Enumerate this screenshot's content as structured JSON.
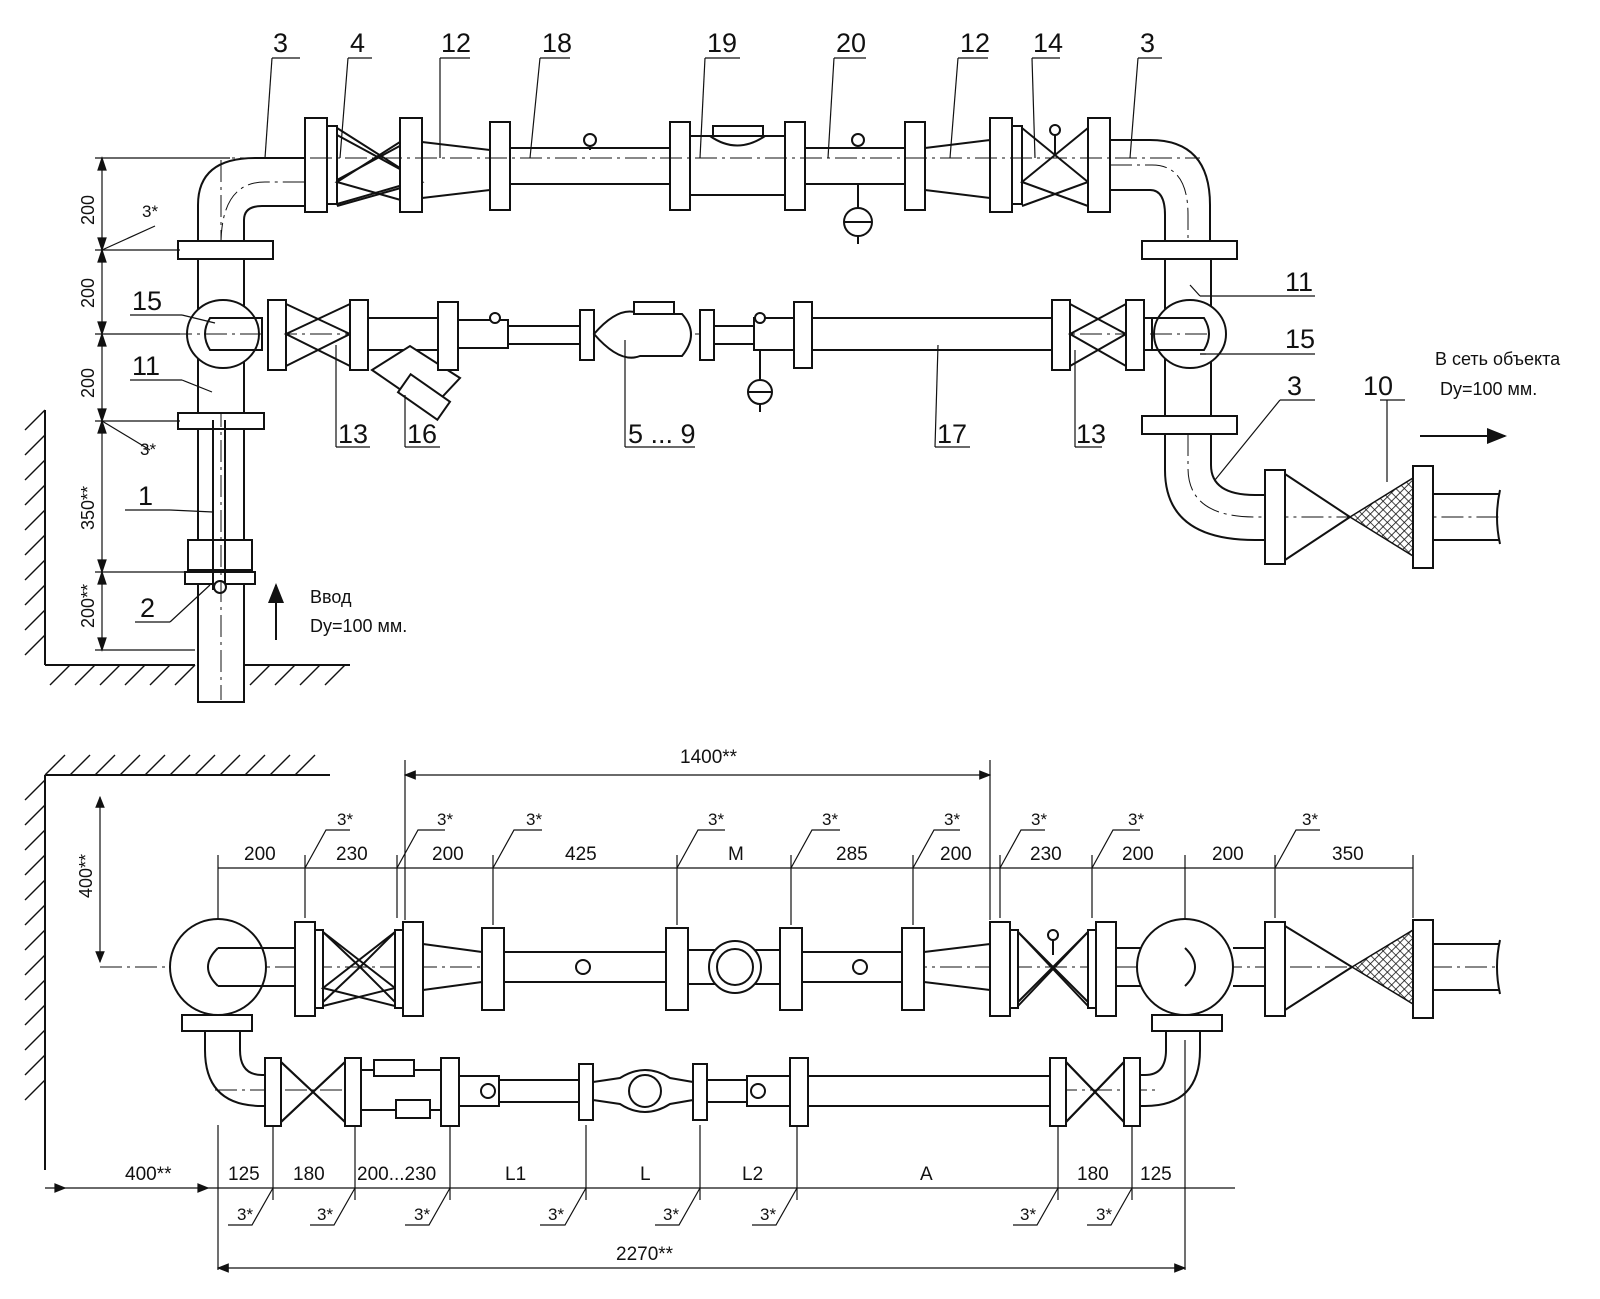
{
  "top_view": {
    "callouts": {
      "c3_left": "3",
      "c4": "4",
      "c12_left": "12",
      "c18": "18",
      "c19": "19",
      "c20": "20",
      "c12_right": "12",
      "c14": "14",
      "c3_right": "3",
      "c15_left": "15",
      "c11_left": "11",
      "c1": "1",
      "c2": "2",
      "c13_left": "13",
      "c16": "16",
      "c5_9": "5 ... 9",
      "c17": "17",
      "c13_right": "13",
      "c11_right": "11",
      "c15_right": "15",
      "c3_outlet": "3",
      "c10": "10"
    },
    "vertical_dims": {
      "d1": "200",
      "d2": "200",
      "d3": "200",
      "d4": "350**",
      "d5": "200**"
    },
    "weld_marks": {
      "w1": "3*",
      "w2": "3*"
    },
    "inlet": {
      "label": "Ввод",
      "size": "Dy=100 мм."
    },
    "outlet": {
      "label": "В сеть объекта",
      "size": "Dy=100 мм."
    }
  },
  "plan_view": {
    "overall_top": "1400**",
    "wall_offset": "400**",
    "top_dims": [
      "200",
      "230",
      "200",
      "425",
      "M",
      "285",
      "200",
      "230",
      "200",
      "200",
      "350"
    ],
    "top_marks": [
      "3*",
      "3*",
      "3*",
      "3*",
      "3*",
      "3*",
      "3*",
      "3*",
      "3*"
    ],
    "bottom_dims": [
      "400**",
      "125",
      "180",
      "200...230",
      "L1",
      "L",
      "L2",
      "A",
      "180",
      "125"
    ],
    "bottom_marks": [
      "3*",
      "3*",
      "3*",
      "3*",
      "3*",
      "3*",
      "3*",
      "3*"
    ],
    "overall_bottom": "2270**"
  }
}
